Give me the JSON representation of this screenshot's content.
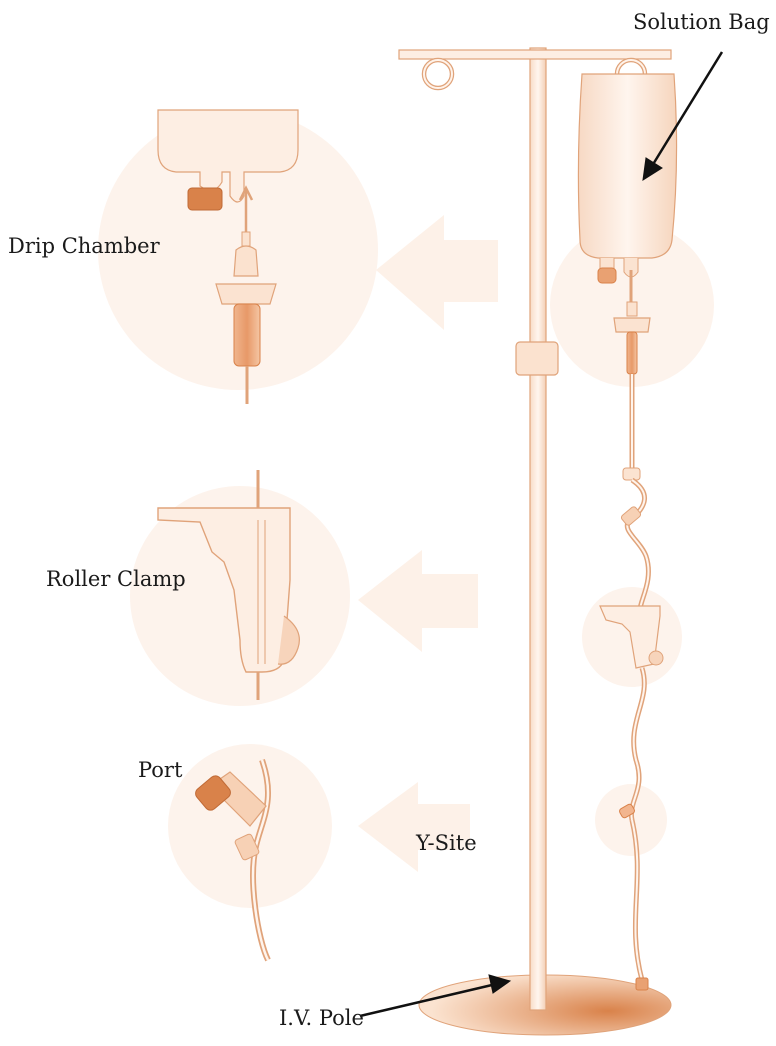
{
  "labels": {
    "solution_bag": "Solution Bag",
    "drip_chamber": "Drip Chamber",
    "roller_clamp": "Roller Clamp",
    "port": "Port",
    "y_site": "Y-Site",
    "iv_pole": "I.V. Pole"
  },
  "colors": {
    "stroke": "#e0a37a",
    "fill_light": "#fdeee3",
    "fill_mid": "#f6d2b8",
    "accent": "#d9824a",
    "halo": "#fdf3ec",
    "text": "#1a1a1a",
    "arrow": "#111111"
  }
}
